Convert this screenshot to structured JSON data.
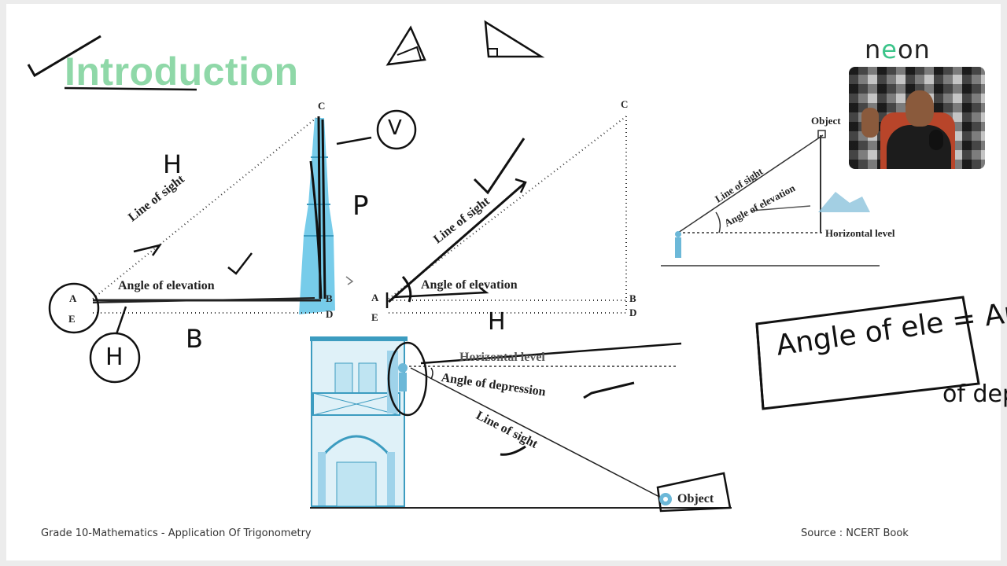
{
  "slide": {
    "title": "Introduction",
    "footer_left": "Grade 10-Mathematics - Application Of Trigonometry",
    "footer_right": "Source : NCERT Book",
    "title_color": "#8fd8a8"
  },
  "brand": {
    "logo_text": "neon",
    "accent": "#3cc48a"
  },
  "diagram_left": {
    "point_c": "C",
    "point_a": "A",
    "point_e": "E",
    "point_b": "B",
    "point_d": "D",
    "line_of_sight": "Line of sight",
    "angle_of_elevation": "Angle of elevation",
    "tower_color": "#5fc3e6"
  },
  "diagram_middle": {
    "point_c": "C",
    "point_a": "A",
    "point_e": "E",
    "point_b": "B",
    "point_d": "D",
    "line_of_sight": "Line of sight",
    "angle_of_elevation": "Angle of elevation"
  },
  "diagram_right": {
    "object": "Object",
    "line_of_sight": "Line of sight",
    "angle_of_elevation": "Angle of elevation",
    "horizontal_level": "Horizontal level"
  },
  "diagram_bottom": {
    "horizontal_level": "Horizontal level",
    "angle_of_depression": "Angle of depression",
    "line_of_sight": "Line of sight",
    "object": "Object"
  },
  "handwriting": {
    "h_top": "H",
    "v_circle": "V",
    "p": "P",
    "b": "B",
    "h_circle": "H",
    "h_mid": "H",
    "equation_line1": "Angle of ele = Angl.",
    "equation_line2": "of dep"
  }
}
